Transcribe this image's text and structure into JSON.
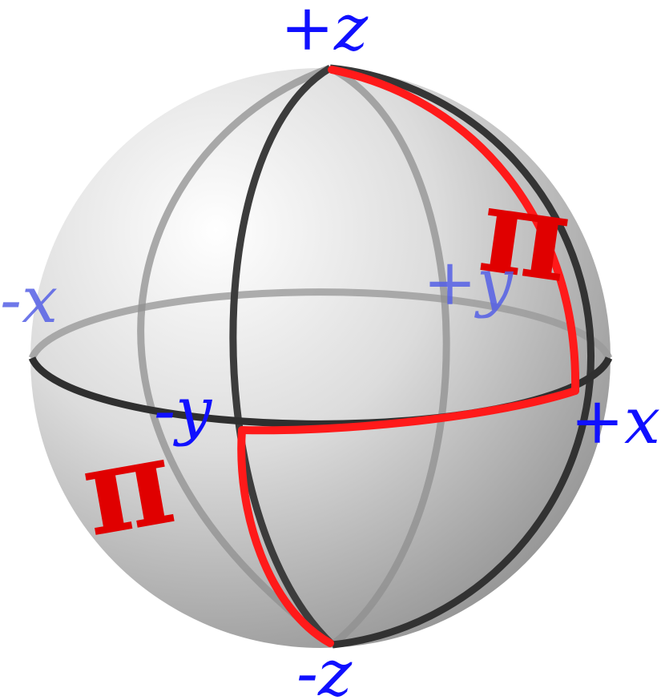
{
  "diagram": {
    "axes": {
      "plus_z": "+z",
      "minus_z": "-z",
      "plus_x": "+x",
      "minus_x": "-x",
      "plus_y": "+y",
      "minus_y": "-y"
    },
    "rotation_labels": {
      "upper": "π",
      "lower": "π"
    },
    "colors": {
      "axis_label": "#1010ff",
      "axis_label_faded": "#5560e6",
      "path": "#ff0000",
      "pi_label": "#e00000",
      "grid_front": "#333333",
      "grid_back": "#888888",
      "sphere_light": "#ffffff",
      "sphere_dark": "#8c8c8c"
    }
  }
}
